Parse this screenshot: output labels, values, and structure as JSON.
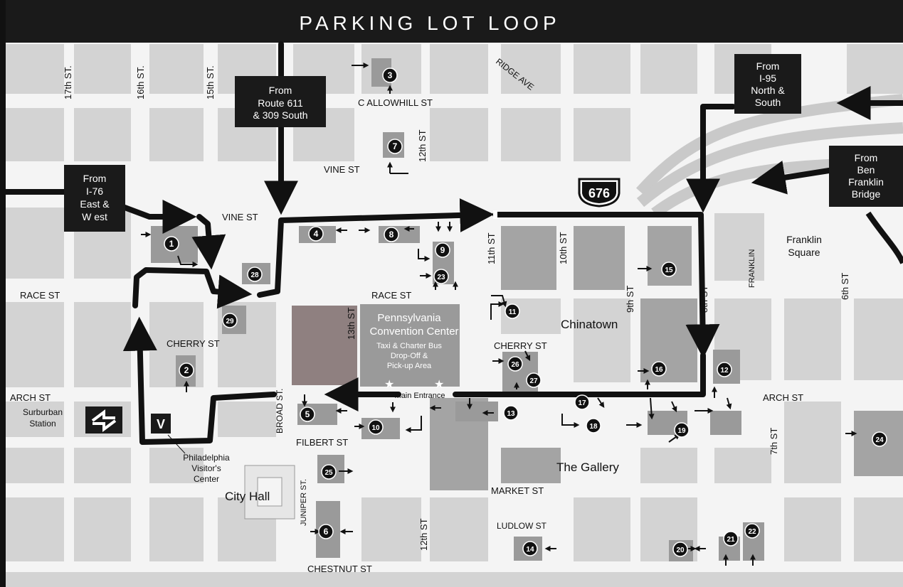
{
  "title": "PARKING LOT LOOP",
  "entry_boxes": {
    "route611": [
      "From",
      "Route 611",
      "& 309 South"
    ],
    "i76": [
      "From",
      "I-76",
      "East &",
      "W est"
    ],
    "i95": [
      "From",
      "I-95",
      "North &",
      "South"
    ],
    "ben_franklin": [
      "From",
      "Ben",
      "Franklin",
      "Bridge"
    ]
  },
  "highway_shield": "676",
  "streets": {
    "st17": "17th ST.",
    "st16": "16th ST.",
    "st15": "15th ST.",
    "st13": "13th ST",
    "st12a": "12th ST",
    "st12b": "12th ST",
    "st11": "11th ST",
    "st10": "10th ST",
    "st9": "9th ST",
    "st8": "8th ST",
    "st7": "7th ST",
    "st6": "6th ST",
    "franklin": "FRANKLIN",
    "broad": "BROAD ST.",
    "juniper": "JUNIPER ST.",
    "callowhill": "C ALLOWHILL ST",
    "ridge": "RIDGE AVE",
    "vine_upper": "VINE ST",
    "vine_lower": "VINE ST",
    "race_w": "RACE ST",
    "race_mid": "RACE ST",
    "cherry_w": "CHERRY ST",
    "cherry_e": "CHERRY ST",
    "arch_w": "ARCH ST",
    "arch_e": "ARCH ST",
    "filbert": "FILBERT ST",
    "market": "MARKET ST",
    "ludlow": "LUDLOW ST",
    "chestnut": "CHESTNUT ST"
  },
  "places": {
    "pcc_name": [
      "Pennsylvania",
      "Convention Center"
    ],
    "pcc_note": [
      "Taxi & Charter Bus",
      "Drop-Off &",
      "Pick-up Area"
    ],
    "main_entrance": "Main Entrance",
    "chinatown": "Chinatown",
    "franklin_square": [
      "Franklin",
      "Square"
    ],
    "gallery": "The Gallery",
    "city_hall": "City Hall",
    "suburban": [
      "Surburban",
      "Station"
    ],
    "visitors": [
      "Philadelphia",
      "Visitor's",
      "Center"
    ],
    "visitor_marker": "V"
  },
  "lots": [
    "1",
    "2",
    "3",
    "4",
    "5",
    "6",
    "7",
    "8",
    "9",
    "10",
    "11",
    "12",
    "13",
    "14",
    "15",
    "16",
    "17",
    "18",
    "19",
    "20",
    "21",
    "22",
    "23",
    "24",
    "25",
    "26",
    "27",
    "28",
    "29"
  ],
  "colors": {
    "route": "#111111",
    "street": "#f4f4f4",
    "block": "#d3d3d3",
    "lot": "#9a9a9a",
    "convention": "#8f8f8f",
    "header": "#1a1a1a"
  }
}
